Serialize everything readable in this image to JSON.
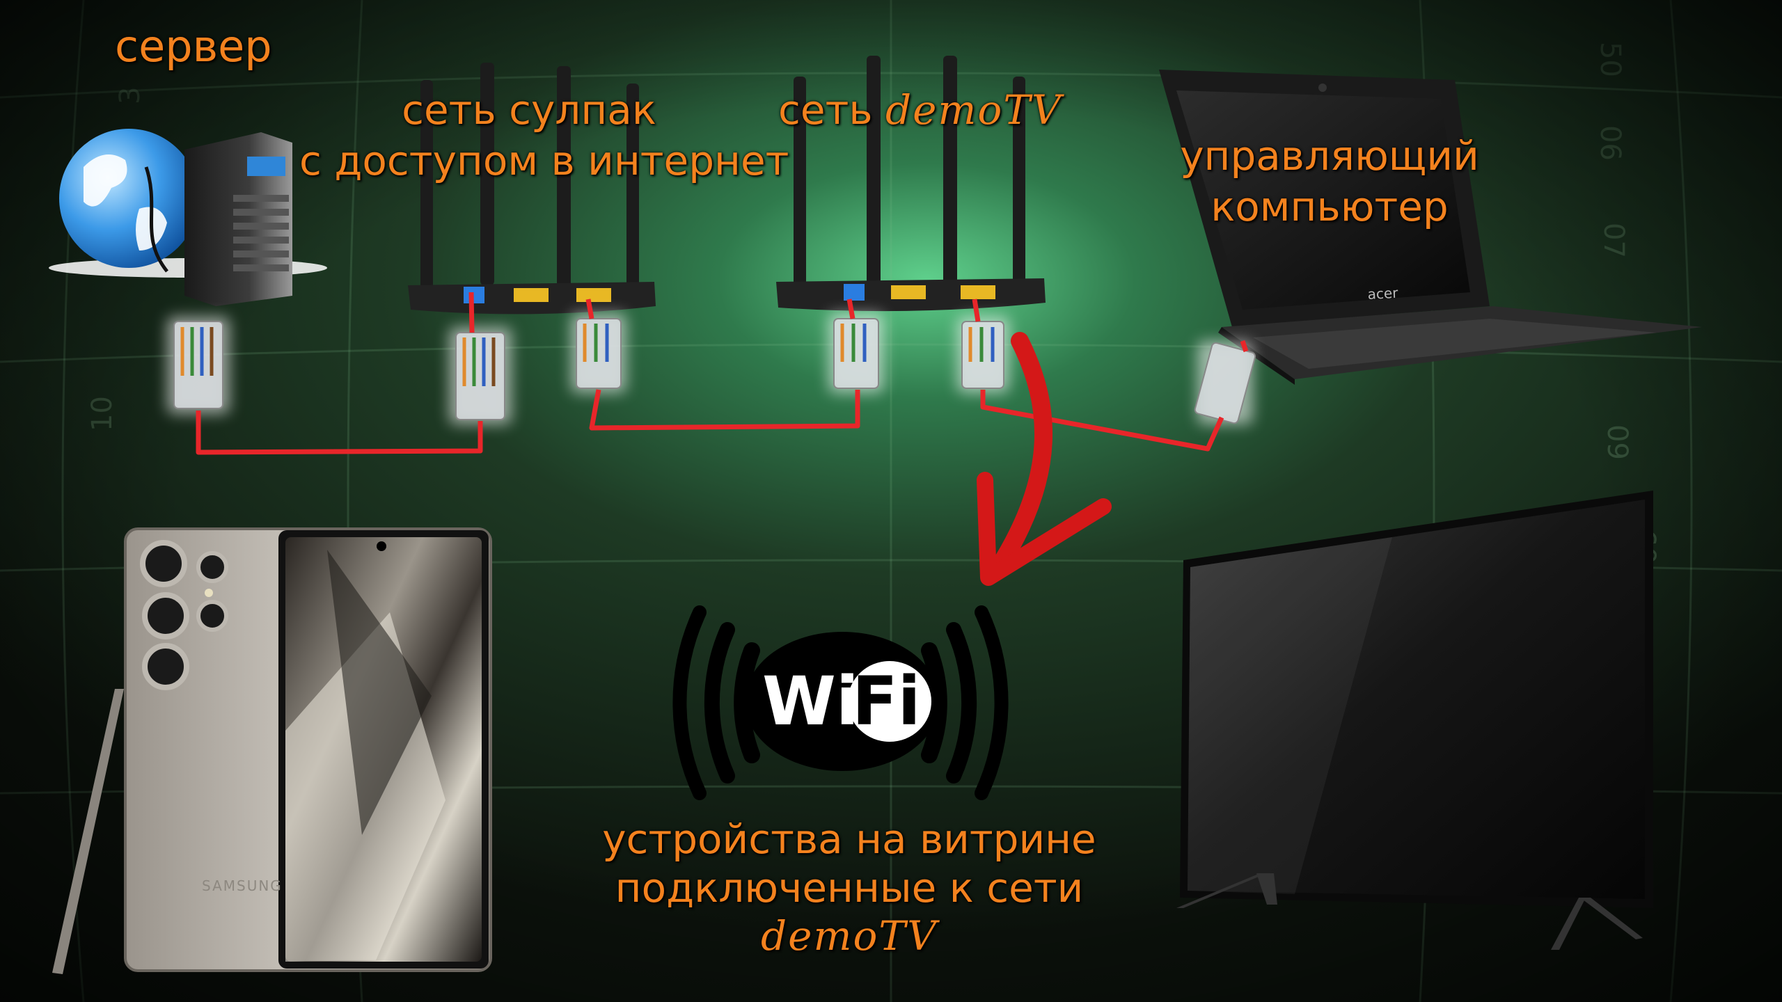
{
  "labels": {
    "server": "сервер",
    "router1_line1": "сеть сулпак",
    "router1_line2": "с доступом в интернет",
    "router2_prefix": "сеть ",
    "router2_name": "demoTV",
    "laptop_line1": "управляющий",
    "laptop_line2": "компьютер",
    "devices_line1": "устройства на витрине",
    "devices_line2": "подключенные к сети",
    "devices_line3": "demoTV"
  },
  "wifi_logo": {
    "left": "Wi",
    "right": "Fi"
  },
  "device_text": {
    "laptop_brand": "acer",
    "phone_brand": "SAMSUNG"
  },
  "background_scale_ticks": [
    "50",
    "06",
    "07",
    "09",
    "10",
    "60",
    "3"
  ],
  "colors": {
    "label_orange": "#f4821e",
    "cable_red": "#e8262a",
    "arrow_red": "#d41818",
    "background": "#1a2a1a",
    "glow_green": "#4dbf7a"
  }
}
